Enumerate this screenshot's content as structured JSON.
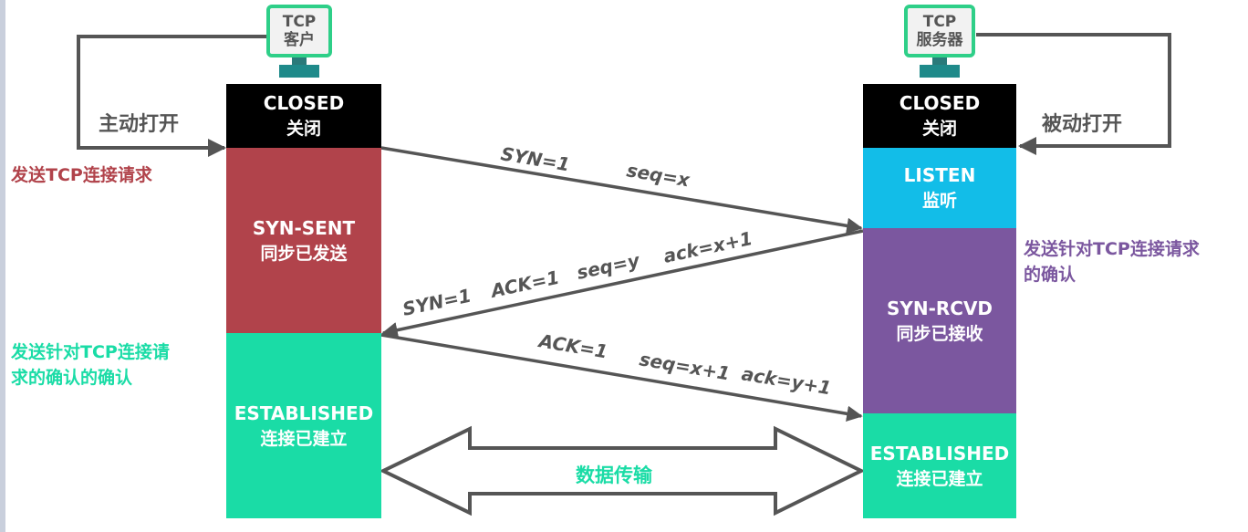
{
  "client": {
    "label_line1": "TCP",
    "label_line2": "客户"
  },
  "server": {
    "label_line1": "TCP",
    "label_line2": "服务器"
  },
  "labels": {
    "active_open": "主动打开",
    "passive_open": "被动打开",
    "data_transfer": "数据传输"
  },
  "client_states": [
    {
      "en": "CLOSED",
      "zh": "关闭",
      "color": "#000000"
    },
    {
      "en": "SYN-SENT",
      "zh": "同步已发送",
      "color": "#b1434b"
    },
    {
      "en": "ESTABLISHED",
      "zh": "连接已建立",
      "color": "#1adca6"
    }
  ],
  "server_states": [
    {
      "en": "CLOSED",
      "zh": "关闭",
      "color": "#000000"
    },
    {
      "en": "LISTEN",
      "zh": "监听",
      "color": "#12bde8"
    },
    {
      "en": "SYN-RCVD",
      "zh": "同步已接收",
      "color": "#7b579f"
    },
    {
      "en": "ESTABLISHED",
      "zh": "连接已建立",
      "color": "#1adca6"
    }
  ],
  "notes": {
    "client_send": {
      "text": "发送TCP连接请求",
      "color": "#b1434b"
    },
    "server_ack": {
      "line1": "发送针对TCP连接请求",
      "line2": "的确认",
      "color": "#7b579f"
    },
    "client_ack": {
      "line1": "发送针对TCP连接请",
      "line2": "求的确认的确认",
      "color": "#1adca6"
    }
  },
  "messages": {
    "syn": {
      "syn": "SYN=1",
      "seq": "seq=x"
    },
    "syn_ack": {
      "syn": "SYN=1",
      "ack_flag": "ACK=1",
      "seq": "seq=y",
      "ack": "ack=x+1"
    },
    "ack": {
      "ack_flag": "ACK=1",
      "seq": "seq=x+1",
      "ack": "ack=y+1"
    }
  },
  "colors": {
    "arrow": "#555555",
    "border": "#2ecf88"
  }
}
